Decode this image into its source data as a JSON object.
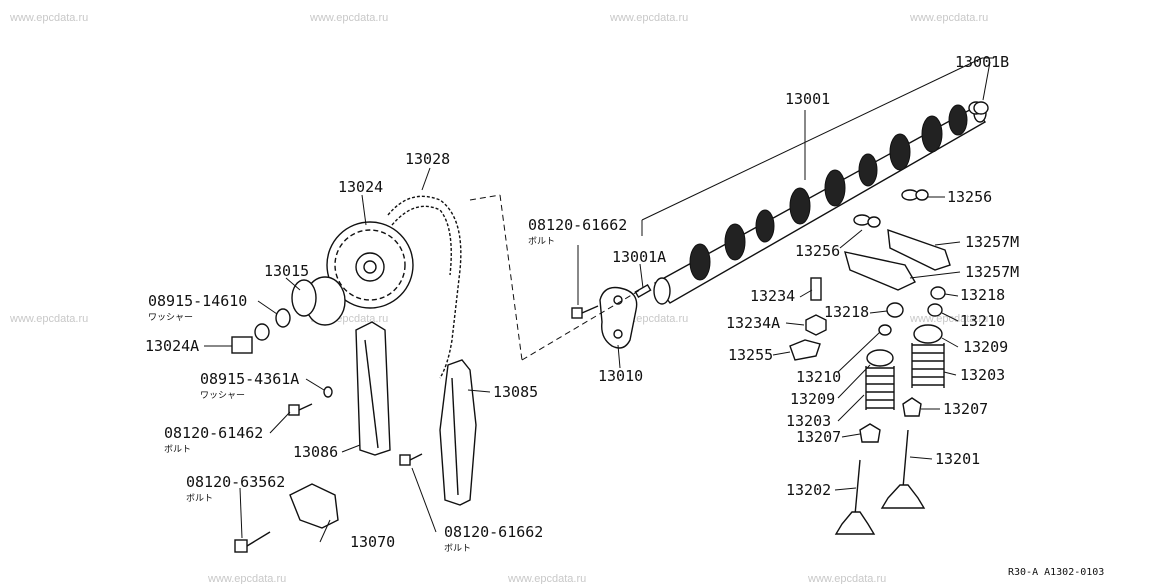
{
  "watermark": "www.epcdata.ru",
  "diagram_code": "R30-A A1302-0103",
  "labels": {
    "p13001B": "13001B",
    "p13001": "13001",
    "p13256a": "13256",
    "p13256b": "13256",
    "p13257Ma": "13257M",
    "p13257Mb": "13257M",
    "p13218a": "13218",
    "p13218b": "13218",
    "p13234": "13234",
    "p13234A": "13234A",
    "p13210a": "13210",
    "p13210b": "13210",
    "p13209a": "13209",
    "p13209b": "13209",
    "p13203a": "13203",
    "p13203b": "13203",
    "p13207a": "13207",
    "p13207b": "13207",
    "p13255": "13255",
    "p13201": "13201",
    "p13202": "13202",
    "p13028": "13028",
    "p13024": "13024",
    "p13015": "13015",
    "p13024A": "13024A",
    "p13001A": "13001A",
    "p13010": "13010",
    "p13085": "13085",
    "p13086": "13086",
    "p13070": "13070",
    "w1": "08915-14610",
    "w1_sub": "ワッシャー",
    "w2": "08915-4361A",
    "w2_sub": "ワッシャー",
    "b1": "08120-61662",
    "b1_sub": "ボルト",
    "b2": "08120-61462",
    "b2_sub": "ボルト",
    "b3": "08120-63562",
    "b3_sub": "ボルト",
    "b4": "08120-61662",
    "b4_sub": "ボルト"
  }
}
